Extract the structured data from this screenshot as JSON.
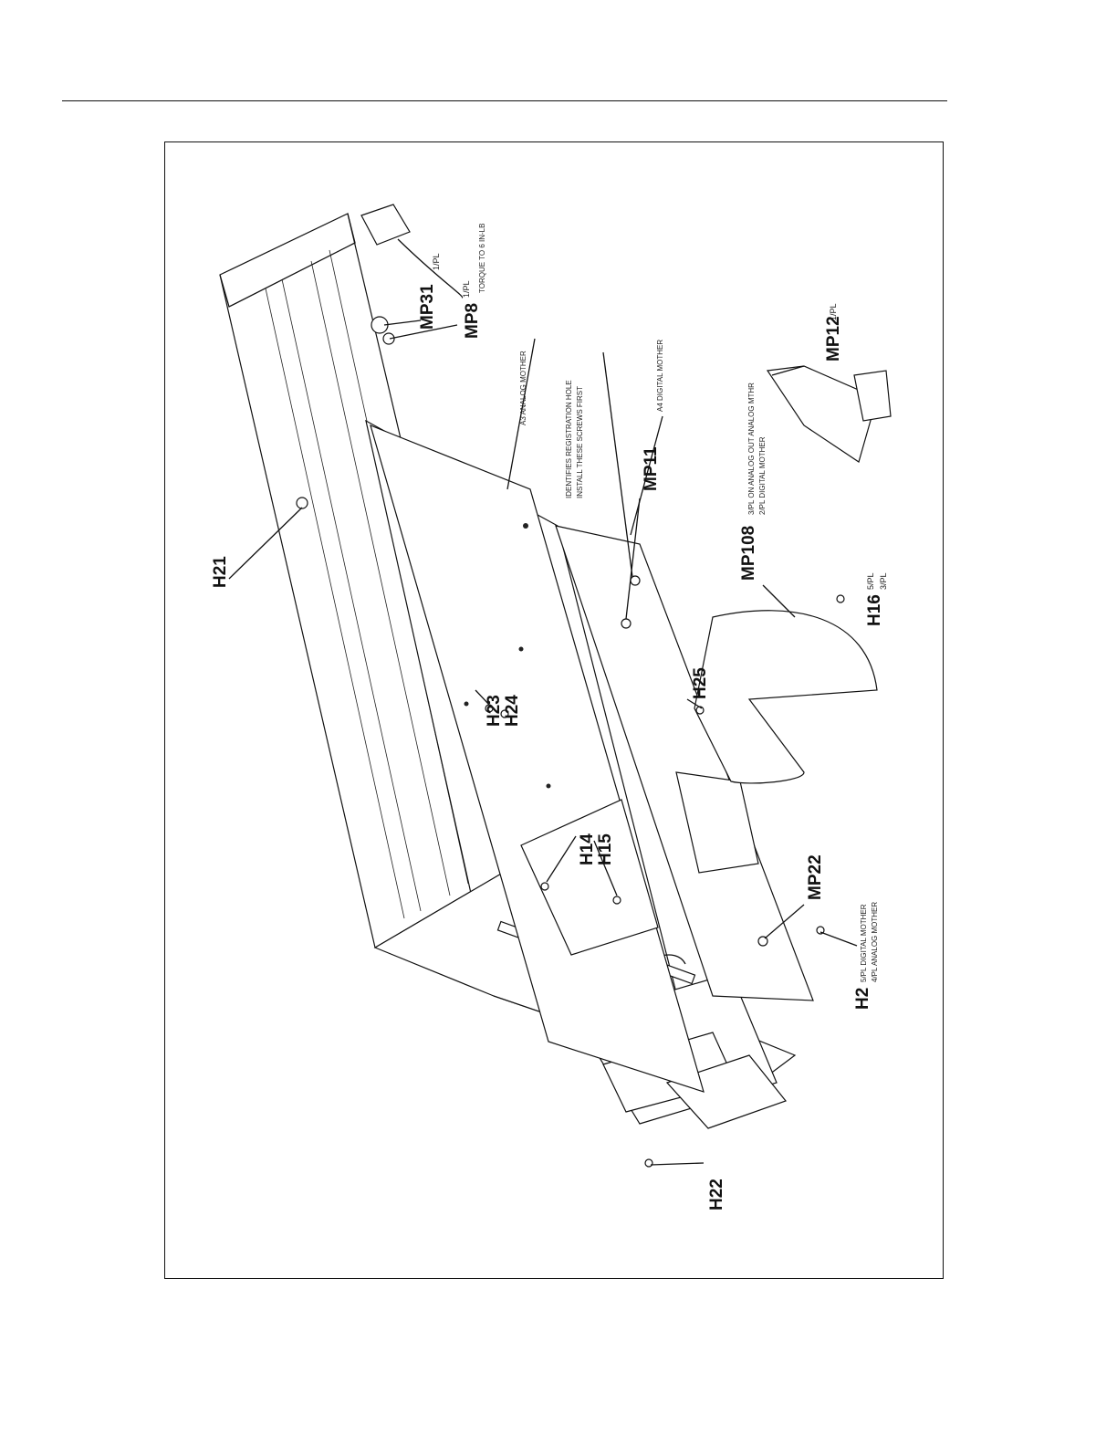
{
  "figure": {
    "callouts": {
      "h21": "H21",
      "h23": "H23",
      "h24": "H24",
      "h25": "H25",
      "h14": "H14",
      "h15": "H15",
      "h2": "H2",
      "h22": "H22",
      "h16": "H16",
      "mp31": "MP31",
      "mp8": "MP8",
      "mp11": "MP11",
      "mp12": "MP12",
      "mp108": "MP108",
      "mp22": "MP22"
    },
    "notes": {
      "mp31_qty": "1/PL",
      "mp8_qty": "1/PL",
      "mp8_torque": "TORQUE TO 6 IN-LB",
      "a3": "A3 ANALOG MOTHER",
      "reg_hole_1": "IDENTIFIES REGISTRATION HOLE",
      "reg_hole_2": "INSTALL THESE SCREWS FIRST",
      "a4": "A4 DIGITAL MOTHER",
      "mp12_qty": "1/PL",
      "mp108_1": "3/PL ON ANALOG OUT ANALOG MTHR",
      "mp108_2": "2/PL DIGITAL MOTHER",
      "h16_1": "5/PL",
      "h16_2": "3/PL",
      "h2_1": "5/PL DIGITAL MOTHER",
      "h2_2": "4/PL ANALOG MOTHER"
    }
  }
}
